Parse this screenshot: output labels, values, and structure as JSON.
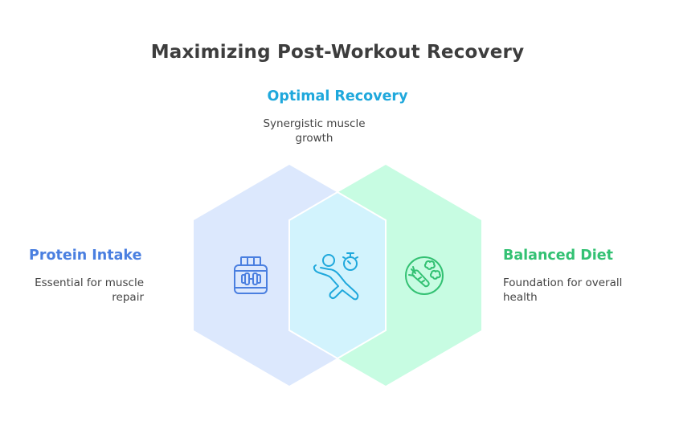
{
  "title": "Maximizing Post-Workout Recovery",
  "colors": {
    "title": "#3d3d3d",
    "protein": "#4a7fe0",
    "recovery": "#1fa8dc",
    "diet": "#33c173",
    "protein_fill": "#dce8fd",
    "recovery_fill": "#d2f3fd",
    "diet_fill": "#c7fce2",
    "description": "#444444"
  },
  "sets": [
    {
      "id": "protein",
      "label": "Protein Intake",
      "description": "Essential for muscle repair",
      "icon": "protein-jar-dumbbell-icon"
    },
    {
      "id": "recovery",
      "label": "Optimal Recovery",
      "description": "Synergistic muscle growth",
      "icon": "runner-stopwatch-icon"
    },
    {
      "id": "diet",
      "label": "Balanced Diet",
      "description": "Foundation for overall health",
      "icon": "carrot-broccoli-plate-icon"
    }
  ]
}
